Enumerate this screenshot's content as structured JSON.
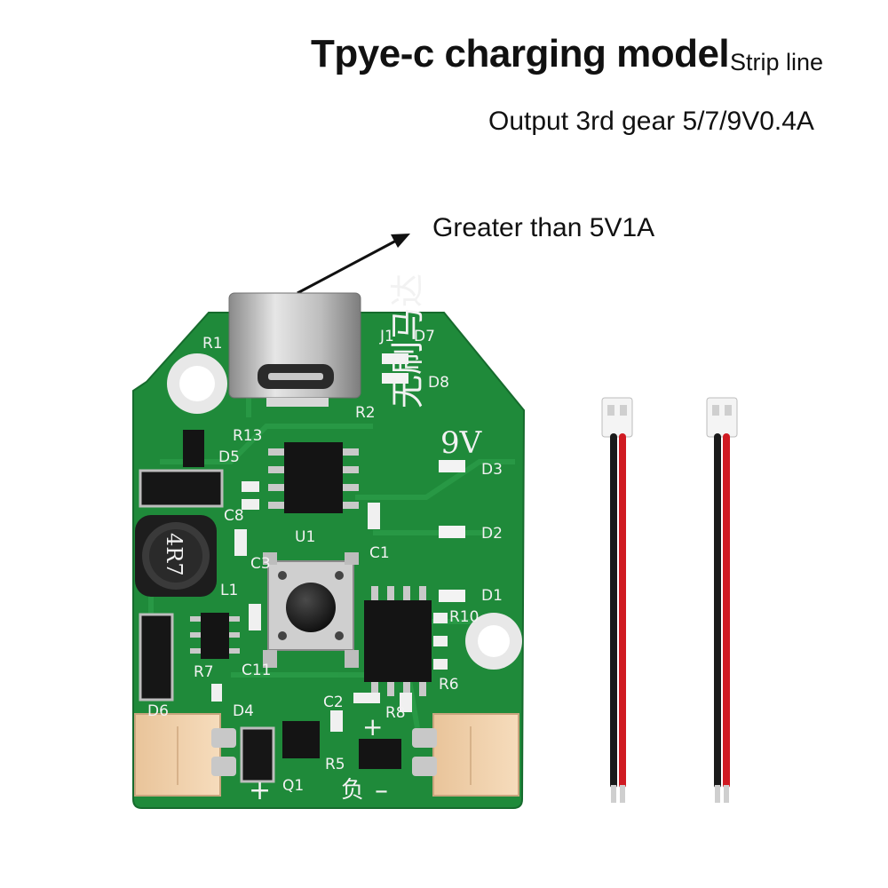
{
  "header": {
    "title": "Tpye-c charging model",
    "subtitle": "Strip line",
    "output_spec": "Output 3rd gear 5/7/9V0.4A"
  },
  "callout": {
    "input_spec": "Greater than 5V1A"
  },
  "board": {
    "voltage_marking": "9V",
    "chinese_marking": "无刷马达",
    "negative_marking": "负",
    "inductor_marking": "4R7",
    "labels": {
      "j1": "J1",
      "d7": "D7",
      "d8": "D8",
      "d3": "D3",
      "d2": "D2",
      "d1": "D1",
      "r1": "R1",
      "r13": "R13",
      "r2": "R2",
      "u1": "U1",
      "c3": "C3",
      "c1": "C1",
      "c11": "C11",
      "r7": "R7",
      "d6": "D6",
      "d4": "D4",
      "r5": "R5",
      "c2": "C2",
      "r8": "R8",
      "r6": "R6",
      "r10": "R10",
      "q1": "Q1",
      "d5": "D5",
      "c8": "C8",
      "l1": "L1"
    }
  },
  "colors": {
    "pcb_green": "#1f8a3a",
    "pcb_dark": "#157030",
    "silkscreen": "#f2f2f2",
    "connector": "#f0cfa6",
    "wire_red": "#d01a22",
    "wire_black": "#1a1a1a"
  }
}
